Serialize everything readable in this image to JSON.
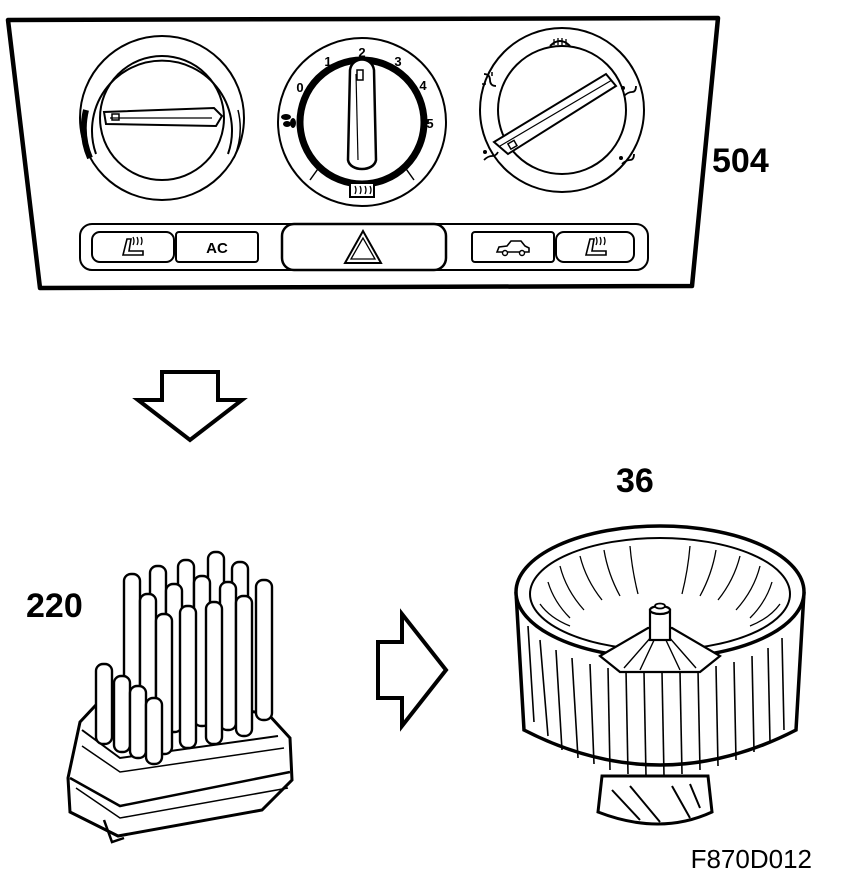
{
  "callouts": {
    "panel": "504",
    "blower": "36",
    "resistor": "220"
  },
  "figure_id": "F870D012",
  "fan_dial": {
    "ticks": [
      "0",
      "1",
      "2",
      "3",
      "4",
      "5"
    ]
  },
  "buttons": {
    "ac_label": "AC"
  },
  "icons": {
    "left_seat_heat": "seat-heater-icon",
    "ac": "ac-icon",
    "hazard": "hazard-triangle-icon",
    "recirculation": "car-recirculation-icon",
    "right_seat_heat": "seat-heater-icon",
    "fan": "fan-icon",
    "rear_defrost": "rear-defrost-icon",
    "windshield_defrost": "windshield-defrost-icon"
  },
  "colors": {
    "ink": "#000000",
    "paper": "#ffffff",
    "panel_fill": "#ffffff",
    "dial_inner": "#ffffff"
  }
}
